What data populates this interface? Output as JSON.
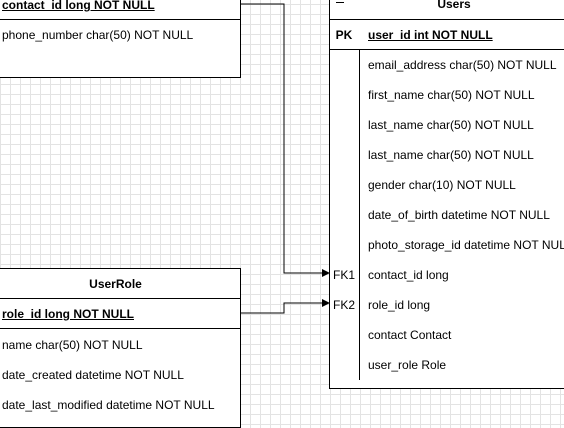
{
  "contact_table": {
    "pk_field": "contact_id long NOT NULL",
    "fields": [
      "phone_number char(50) NOT NULL"
    ]
  },
  "users_table": {
    "title": "Users",
    "pk_label": "PK",
    "pk_field": "user_id int NOT NULL",
    "fields": [
      {
        "key": "",
        "text": "email_address char(50) NOT NULL"
      },
      {
        "key": "",
        "text": "first_name char(50) NOT NULL"
      },
      {
        "key": "",
        "text": "last_name char(50) NOT NULL"
      },
      {
        "key": "",
        "text": "last_name char(50) NOT NULL"
      },
      {
        "key": "",
        "text": "gender char(10) NOT NULL"
      },
      {
        "key": "",
        "text": "date_of_birth datetime NOT NULL"
      },
      {
        "key": "",
        "text": "photo_storage_id datetime NOT NULL"
      },
      {
        "key": "FK1",
        "text": "contact_id long"
      },
      {
        "key": "FK2",
        "text": "role_id long"
      },
      {
        "key": "",
        "text": "contact Contact"
      },
      {
        "key": "",
        "text": "user_role Role"
      }
    ]
  },
  "userrole_table": {
    "title": "UserRole",
    "pk_field": "role_id long NOT NULL",
    "fields": [
      "name char(50) NOT NULL",
      "date_created datetime NOT NULL",
      "date_last_modified datetime NOT NULL"
    ]
  },
  "relationships": [
    {
      "from": "contact_table",
      "to": "users_table",
      "label": "FK1"
    },
    {
      "from": "userrole_table",
      "to": "users_table",
      "label": "FK2"
    }
  ]
}
